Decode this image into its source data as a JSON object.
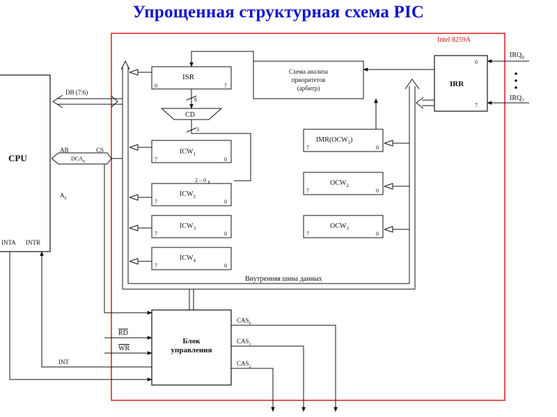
{
  "title": "Упрощенная структурная схема PIC",
  "chip_label": "Intel 8259A",
  "cpu": {
    "label": "CPU",
    "inta": "INTA",
    "intr": "INTR",
    "a0": "A",
    "a0_sub": "0"
  },
  "bus": {
    "db": "DB (7:6)",
    "ab": "AB",
    "cs": "CS",
    "dca": "DCA",
    "dca_sub": "0",
    "internal": "Внутренняя шина данных"
  },
  "blocks": {
    "isr": {
      "label": "ISR",
      "lo": "0",
      "hi": "7"
    },
    "cd": {
      "label": "CD",
      "in_width": "8",
      "out_width": "3"
    },
    "icw1": {
      "label": "ICW",
      "sub": "1",
      "lo": "7",
      "hi": "0"
    },
    "icw2": {
      "label": "ICW",
      "sub": "2",
      "lo": "7",
      "hi": "0",
      "bits": "2 – 0"
    },
    "icw3": {
      "label": "ICW",
      "sub": "3",
      "lo": "7",
      "hi": "0"
    },
    "icw4": {
      "label": "ICW",
      "sub": "4",
      "lo": "7",
      "hi": "0"
    },
    "arbiter": {
      "line1": "Схема анализа",
      "line2": "приоритетов",
      "line3": "(арбитр)"
    },
    "irr": {
      "label": "IRR",
      "lo": "0",
      "hi": "7"
    },
    "imr": {
      "label": "IMR(OCW",
      "sub": "1",
      "suffix": ")",
      "lo": "7",
      "hi": "0"
    },
    "ocw2": {
      "label": "OCW",
      "sub": "2",
      "lo": "7",
      "hi": "0"
    },
    "ocw3": {
      "label": "OCW",
      "sub": "3",
      "lo": "7",
      "hi": "0"
    },
    "control": {
      "line1": "Блок",
      "line2": "управления"
    }
  },
  "signals": {
    "irq0": "IRQ",
    "irq0_sub": "0",
    "irq7": "IRQ",
    "irq7_sub": "7",
    "rd": "RD",
    "wr": "WR",
    "int": "INT",
    "cas0": "CAS",
    "cas0_sub": "0",
    "cas1": "CAS",
    "cas1_sub": "1",
    "cas2": "CAS",
    "cas2_sub": "2"
  },
  "colors": {
    "title": "#1515c8",
    "chip_border": "#e01818",
    "line": "#111111"
  }
}
